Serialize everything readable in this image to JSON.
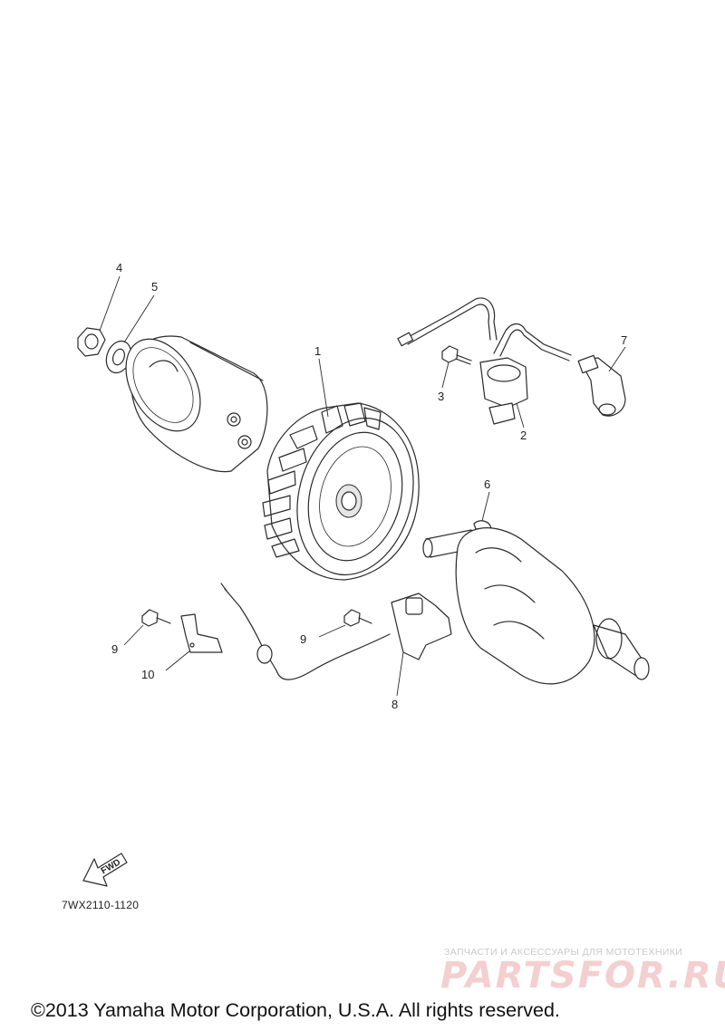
{
  "callouts": {
    "c1": "1",
    "c2": "2",
    "c3": "3",
    "c4": "4",
    "c5": "5",
    "c6": "6",
    "c7": "7",
    "c8": "8",
    "c9a": "9",
    "c9b": "9",
    "c10": "10"
  },
  "fwd_label": "FWD",
  "diagram_code": "7WX2110-1120",
  "watermark": {
    "tagline": "ЗАПЧАСТИ И АКСЕССУАРЫ ДЛЯ МОТОТЕХНИКИ",
    "brand": "PARTSFOR.RU"
  },
  "copyright": "©2013 Yamaha Motor Corporation, U.S.A. All rights reserved."
}
